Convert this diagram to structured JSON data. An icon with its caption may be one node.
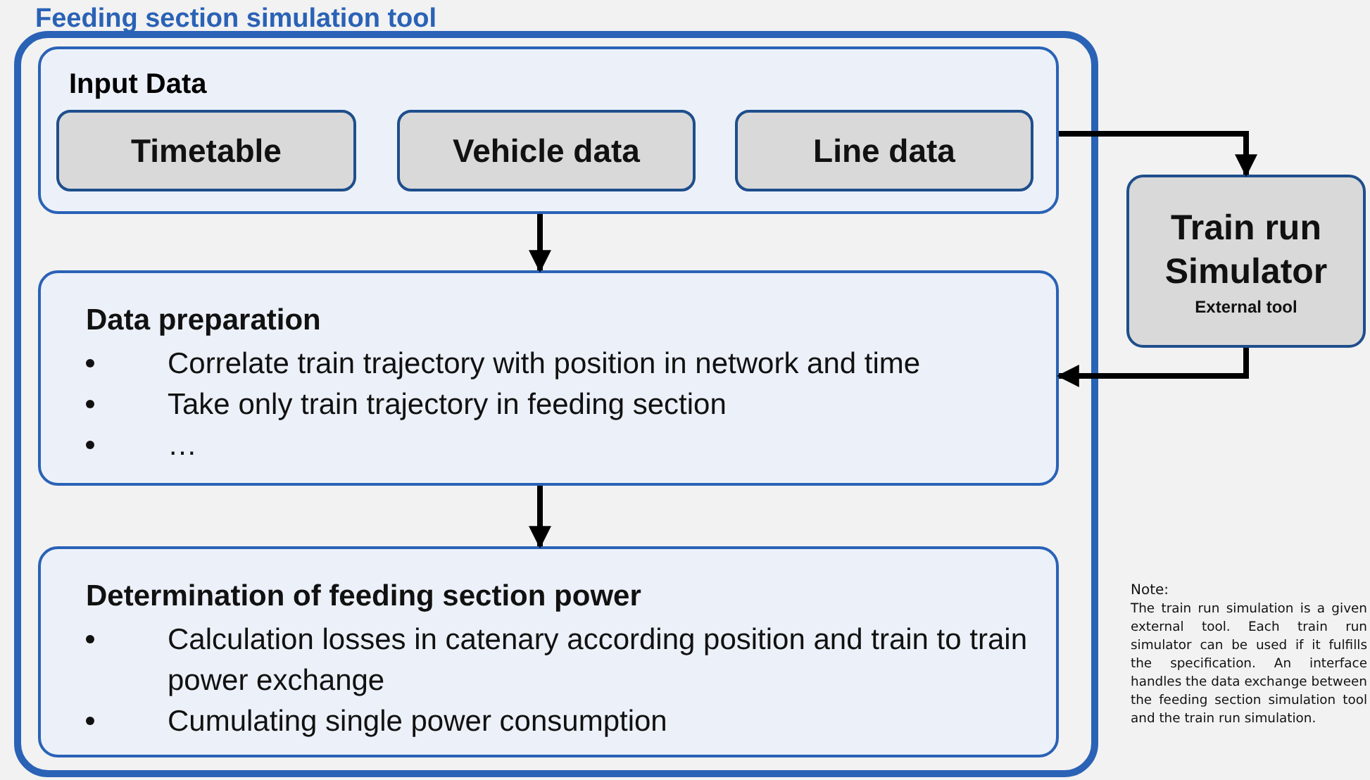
{
  "diagram": {
    "nodes": [
      {
        "text": [
          "Feeding section simulation tool"
        ]
      },
      {
        "text": [
          "Input Data"
        ],
        "in": 0
      },
      {
        "text": [
          "Timetable"
        ],
        "in": 1
      },
      {
        "text": [
          "Vehicle data"
        ],
        "in": 1
      },
      {
        "text": [
          "Line data"
        ],
        "in": 1
      },
      {
        "text": [
          "Data preparation",
          "Correlate train trajectory with position in network and time",
          "Take only train trajectory in feeding section",
          "…"
        ],
        "in": 0
      },
      {
        "text": [
          "Determination of feeding section power",
          "Calculation losses in catenary according position and train to train power exchange",
          "Cumulating single power consumption"
        ],
        "in": 0
      },
      {
        "text": [
          "Train run Simulator",
          "External tool"
        ]
      }
    ],
    "edges": [
      {
        "from": 1,
        "to": 5,
        "arrow": "to"
      },
      {
        "from": 5,
        "to": 6,
        "arrow": "to"
      },
      {
        "from": 1,
        "to": 7,
        "arrow": "to"
      },
      {
        "from": 7,
        "to": 5,
        "arrow": "to"
      }
    ],
    "labels": [
      "Note:",
      "The train run simulation is a given external tool. Each train run simulator can be used if it fulfills the specification. An interface handles the data exchange between the feeding section simulation tool and the train run simulation."
    ]
  }
}
